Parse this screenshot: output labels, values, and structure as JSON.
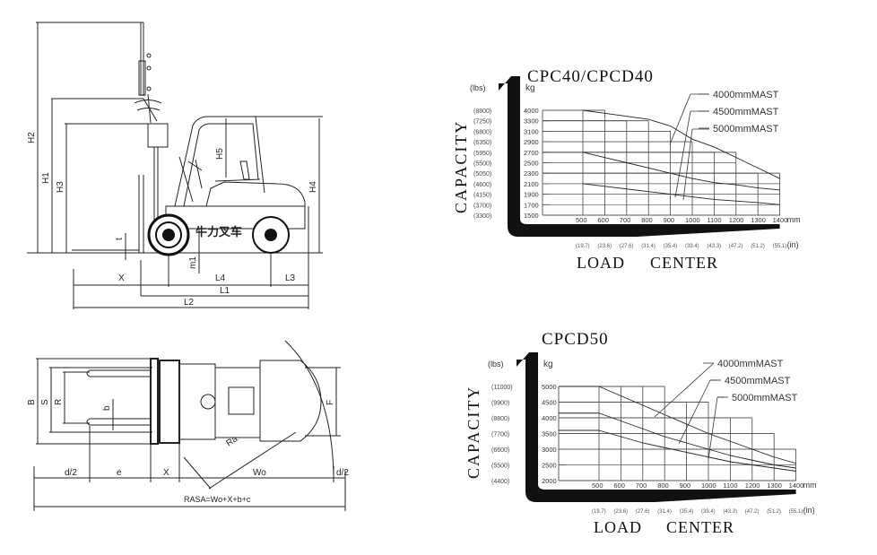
{
  "side_view": {
    "labels": {
      "H2": "H2",
      "H1": "H1",
      "H3": "H3",
      "H5": "H5",
      "H4": "H4",
      "X": "X",
      "L4": "L4",
      "L3": "L3",
      "L1": "L1",
      "L2": "L2",
      "m1": "m1",
      "t": "t",
      "brand_text": "牛力叉车"
    }
  },
  "plan_view": {
    "labels": {
      "B": "B",
      "S": "S",
      "R": "R",
      "b": "b",
      "F": "F",
      "d2_left": "d/2",
      "e": "e",
      "X": "X",
      "Wo": "Wo",
      "d2_right": "d/2",
      "Ra": "Ra",
      "formula": "RASA=Wo+X+b+c"
    }
  },
  "chart_data": [
    {
      "type": "line",
      "title": "CPC40/CPCD40",
      "xlabel": "LOAD CENTER",
      "ylabel": "CAPACITY",
      "x_unit": "mm",
      "x_unit_alt": "(in)",
      "y_unit": "kg",
      "y_unit_alt": "(lbs)",
      "x": [
        500,
        600,
        700,
        800,
        900,
        1000,
        1100,
        1200,
        1300,
        1400
      ],
      "x_alt": [
        "(19.7)",
        "(23.6)",
        "(27.6)",
        "(31.4)",
        "(35.4)",
        "(39.4)",
        "(43.3)",
        "(47.2)",
        "(51.2)",
        "(55.1)"
      ],
      "y_ticks": [
        4000,
        3300,
        3100,
        2900,
        2700,
        2500,
        2300,
        2100,
        1900,
        1700,
        1500
      ],
      "y_ticks_alt": [
        "(8800)",
        "(7250)",
        "(6800)",
        "(6350)",
        "(5950)",
        "(5500)",
        "(5050)",
        "(4600)",
        "(4150)",
        "(3700)",
        "(3300)"
      ],
      "grid": true,
      "step_envelope": [
        4000,
        4000,
        3300,
        3300,
        3100,
        2900,
        2700,
        2700,
        2300,
        2300
      ],
      "series": [
        {
          "name": "4000mmMAST",
          "values": [
            4000,
            3800,
            3600,
            3400,
            3200,
            2950,
            2800,
            2600,
            2400,
            2200
          ]
        },
        {
          "name": "4500mmMAST",
          "values": [
            2700,
            2600,
            2500,
            2400,
            2300,
            2200,
            2120,
            2080,
            2020,
            1980
          ]
        },
        {
          "name": "5000mmMAST",
          "values": [
            2100,
            2050,
            2000,
            1950,
            1900,
            1850,
            1800,
            1770,
            1740,
            1700
          ]
        }
      ],
      "legend": [
        "4000mmMAST",
        "4500mmMAST",
        "5000mmMAST"
      ],
      "legend_position": "upper-right"
    },
    {
      "type": "line",
      "title": "CPCD50",
      "xlabel": "LOAD CENTER",
      "ylabel": "CAPACITY",
      "x_unit": "mm",
      "x_unit_alt": "(in)",
      "y_unit": "kg",
      "y_unit_alt": "(lbs)",
      "x": [
        500,
        600,
        700,
        800,
        900,
        1000,
        1100,
        1200,
        1300,
        1400
      ],
      "x_alt": [
        "(19.7)",
        "(23.6)",
        "(27.6)",
        "(31.4)",
        "(35.4)",
        "(39.4)",
        "(43.3)",
        "(47.2)",
        "(51.2)",
        "(55.1)"
      ],
      "y_ticks": [
        5000,
        4500,
        4000,
        3500,
        3000,
        2500,
        2000
      ],
      "y_ticks_alt": [
        "(11000)",
        "(9900)",
        "(8800)",
        "(7700)",
        "(6600)",
        "(5500)",
        "(4400)"
      ],
      "grid": true,
      "step_envelope": [
        5000,
        5000,
        5000,
        5000,
        4500,
        4500,
        4000,
        4000,
        3500,
        3000
      ],
      "series": [
        {
          "name": "4000mmMAST",
          "values": [
            5000,
            4700,
            4400,
            4100,
            3800,
            3500,
            3250,
            3000,
            2750,
            2550
          ]
        },
        {
          "name": "4500mmMAST",
          "values": [
            4150,
            3900,
            3650,
            3400,
            3200,
            3000,
            2800,
            2650,
            2500,
            2400
          ]
        },
        {
          "name": "5000mmMAST",
          "values": [
            3600,
            3400,
            3200,
            3050,
            2900,
            2750,
            2600,
            2500,
            2400,
            2300
          ]
        }
      ],
      "legend": [
        "4000mmMAST",
        "4500mmMAST",
        "5000mmMAST"
      ],
      "legend_position": "upper-right"
    }
  ],
  "charts_text": {
    "c1": {
      "title": "CPC40/CPCD40",
      "kg": "kg",
      "lbs": "(lbs)",
      "mm": "mm",
      "in": "(in)",
      "capacity": "CAPACITY",
      "load": "LOAD",
      "center": "CENTER",
      "legend1": "4000mmMAST",
      "legend2": "4500mmMAST",
      "legend3": "5000mmMAST"
    },
    "c2": {
      "title": "CPCD50",
      "kg": "kg",
      "lbs": "(lbs)",
      "mm": "mm",
      "in": "(in)",
      "capacity": "CAPACITY",
      "load": "LOAD",
      "center": "CENTER",
      "legend1": "4000mmMAST",
      "legend2": "4500mmMAST",
      "legend3": "5000mmMAST"
    }
  }
}
